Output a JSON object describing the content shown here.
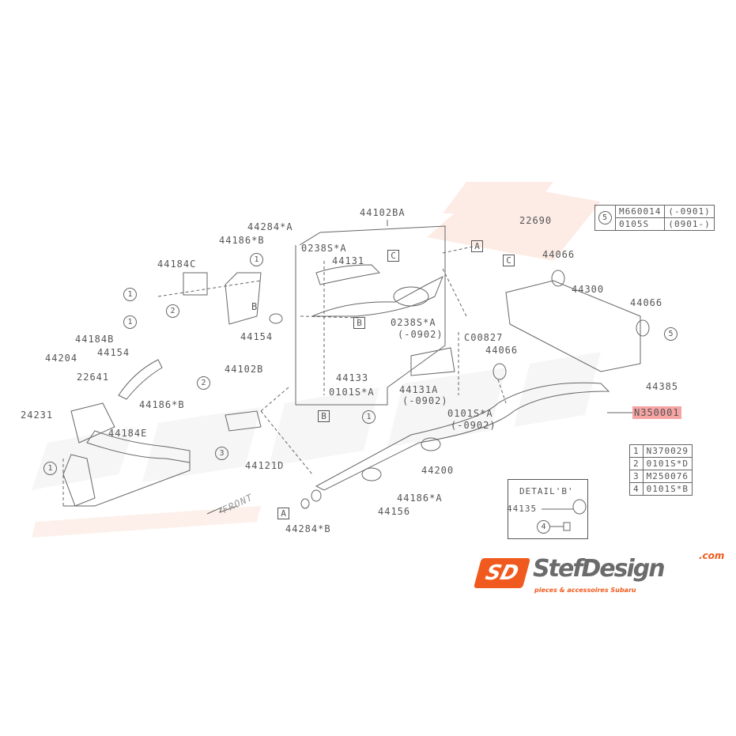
{
  "watermark": {
    "brand": "StefDesign",
    "domain": ".com",
    "tagline": "pieces & accessoires Subaru"
  },
  "labels": {
    "p44102BA": "44102BA",
    "p44284A": "44284*A",
    "p44186B_top": "44186*B",
    "p44184C": "44184C",
    "p0238SA": "0238S*A",
    "p44131": "44131",
    "p22690": "22690",
    "p44066_a": "44066",
    "p44300": "44300",
    "p44066_b": "44066",
    "B_arrow": "B",
    "p44154_a": "44154",
    "p0238SA_2": "0238S*A",
    "p0902_a": "(-0902)",
    "pC00827": "C00827",
    "p44066_c": "44066",
    "p44184B": "44184B",
    "p44204": "44204",
    "p44154_b": "44154",
    "p44102B": "44102B",
    "p44133": "44133",
    "p0101SA": "0101S*A",
    "p44131A": "44131A",
    "p0902_b": "(-0902)",
    "p44385": "44385",
    "p22641": "22641",
    "p24231": "24231",
    "p44186B_low": "44186*B",
    "p0101SA_2": "0101S*A",
    "p0902_c": "(-0902)",
    "pN350001": "N350001",
    "p44184E": "44184E",
    "p44121D": "44121D",
    "p44200": "44200",
    "p44186A": "44186*A",
    "p44156": "44156",
    "p44284B": "44284*B",
    "front": "FRONT"
  },
  "refs": {
    "A": "A",
    "B": "B",
    "C": "C",
    "n1": "1",
    "n2": "2",
    "n3": "3",
    "n4": "4",
    "n5": "5"
  },
  "detail_b": {
    "title": "DETAIL'B'",
    "part": "44135",
    "callout": "4"
  },
  "table_5": {
    "callout": "5",
    "rows": [
      {
        "part": "M660014",
        "range": "(-0901)"
      },
      {
        "part": "0105S",
        "range": "(0901-)"
      }
    ]
  },
  "table_legend": [
    {
      "n": "1",
      "part": "N370029"
    },
    {
      "n": "2",
      "part": "0101S*D"
    },
    {
      "n": "3",
      "part": "M250076"
    },
    {
      "n": "4",
      "part": "0101S*B"
    }
  ],
  "colors": {
    "highlight": "#f6a3a3",
    "brand_orange": "#f05a1e",
    "logo_gray": "#6b6b6b"
  }
}
